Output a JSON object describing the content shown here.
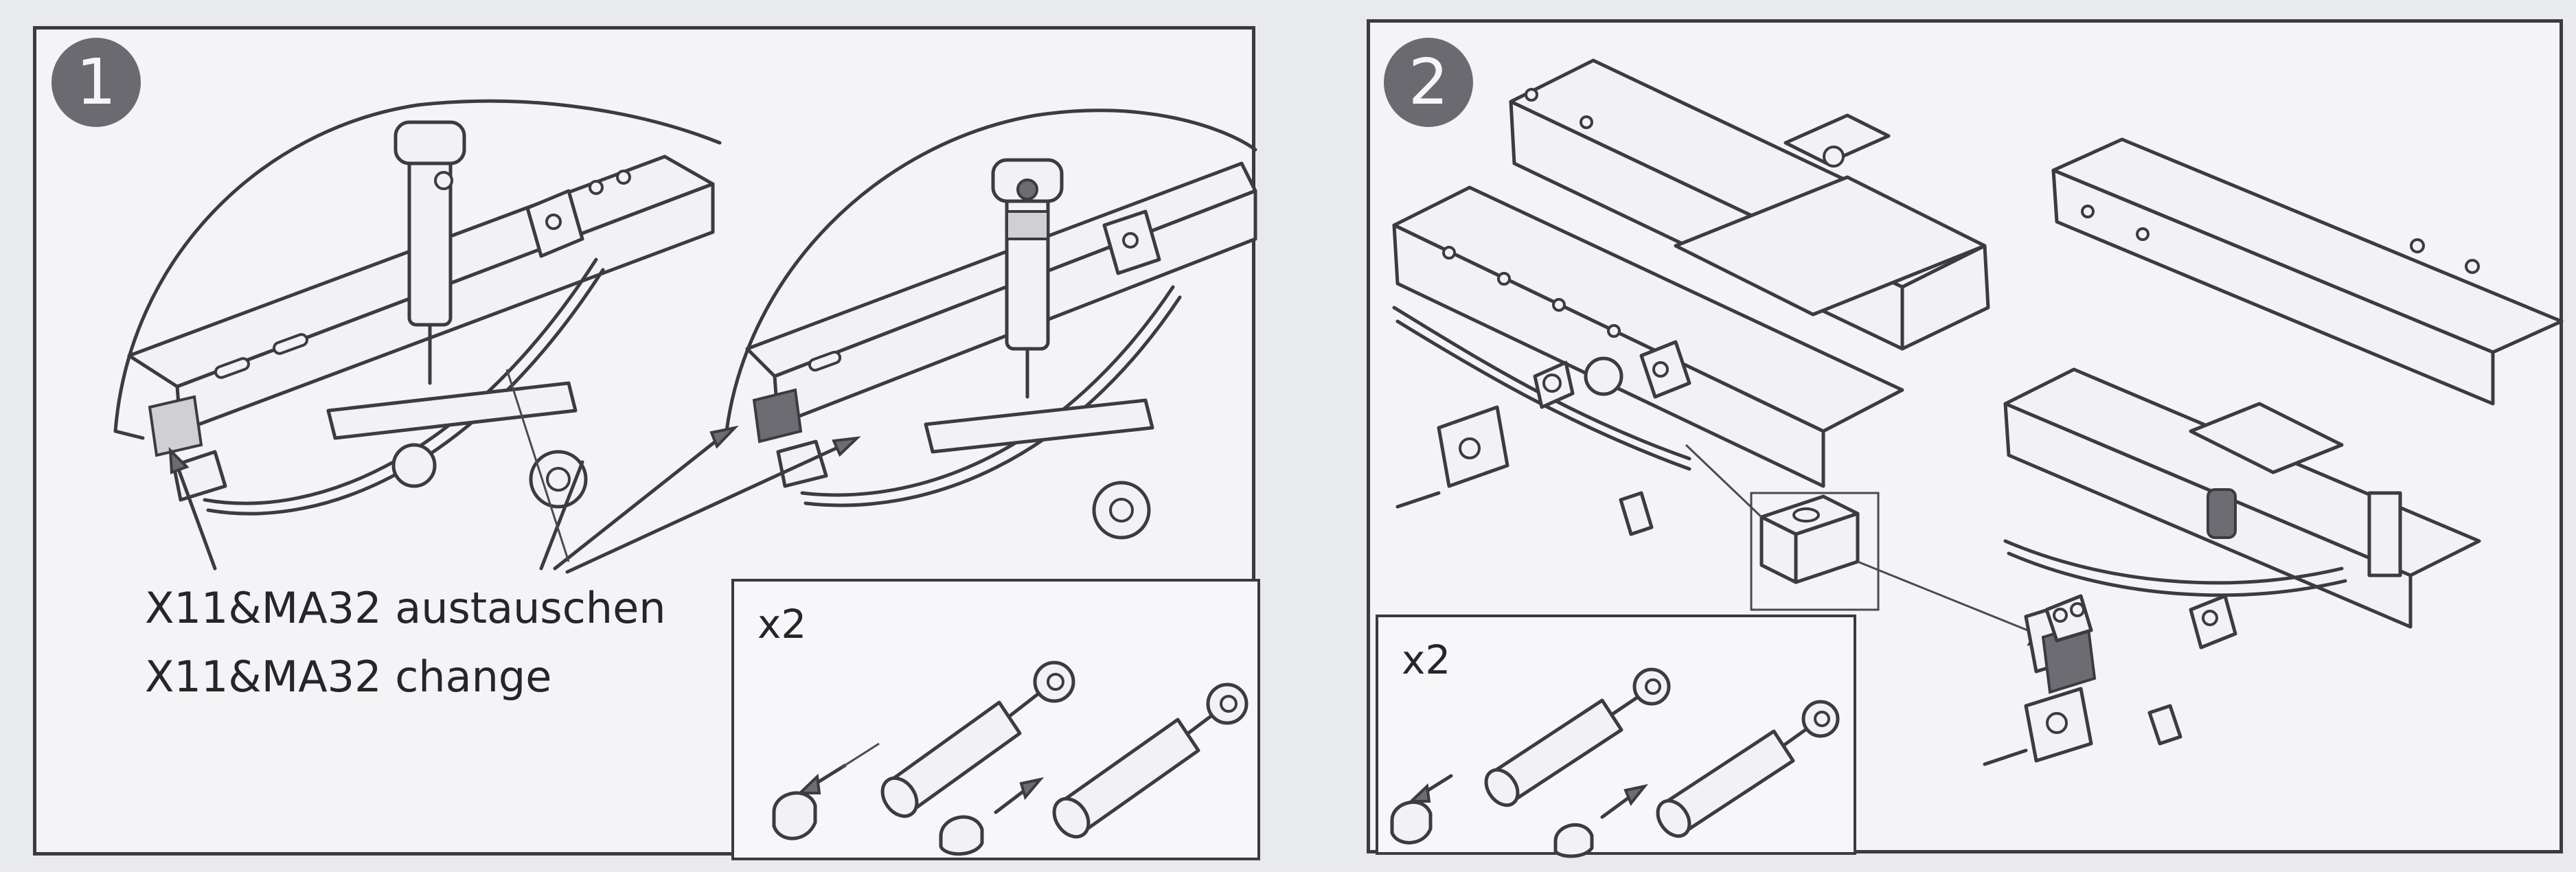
{
  "steps": [
    {
      "number": "1",
      "quantity": "x2",
      "caption_de": "X11&MA32 austauschen",
      "caption_en": "X11&MA32 change"
    },
    {
      "number": "2",
      "quantity": "x2"
    }
  ]
}
